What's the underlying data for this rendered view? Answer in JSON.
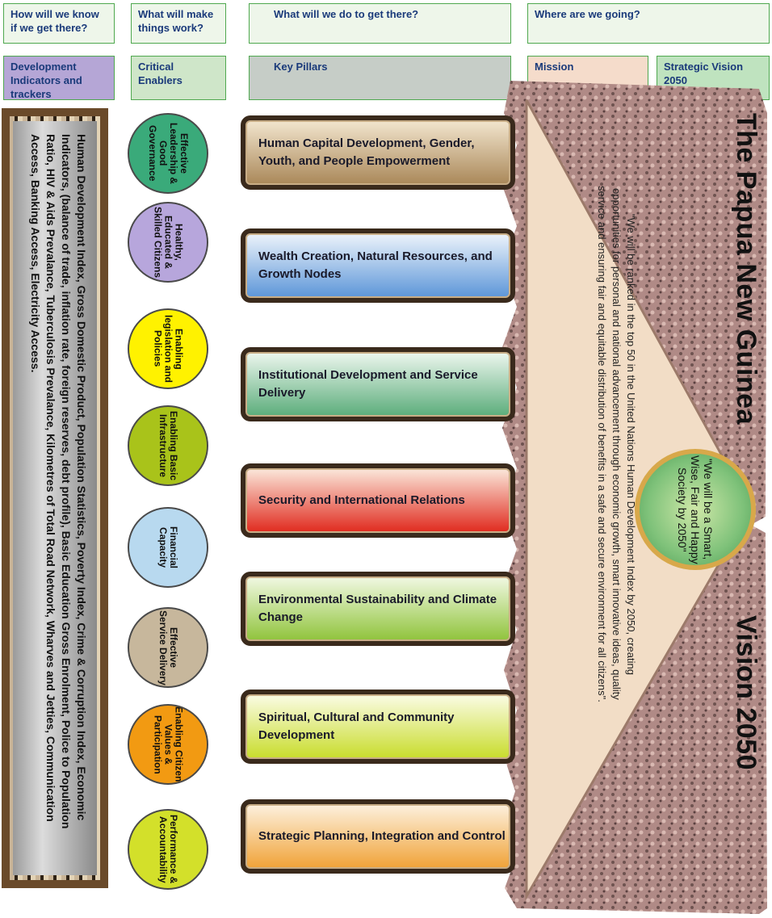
{
  "questions": {
    "q1": "How will we know if we get there?",
    "q2": "What will make things work?",
    "q3": "What will we do to get there?",
    "q4": "Where are we going?"
  },
  "headers": {
    "indicators": "Development Indicators and trackers",
    "enablers": "Critical Enablers",
    "pillars": "Key Pillars",
    "mission": "Mission",
    "vision": "Strategic Vision 2050"
  },
  "indicators_text": "Human Development Index, Gross Domestic Product, Population Statistics, Poverty Index, Crime & Corruption Index, Economic Indicators, (balance of trade, inflation rate, foreign reserves, debt profile), Basic Education Gross Enrolment, Police to Population Ratio, HIV & Aids Prevalance, Tuberculosis Prevalance, Kilometres of Total Road Network, Wharves and Jetties, Communication Access, Banking Access, Electricity Access.",
  "enablers": [
    {
      "label": "Effective Leadership & Good Governance",
      "color": "#3aaa7a"
    },
    {
      "label": "Healthy, Educated & Skilled Citizens",
      "color": "#b7a6dc"
    },
    {
      "label": "Enabling legislation and Policies",
      "color": "#fff200"
    },
    {
      "label": "Enabling Basic Infrastructure",
      "color": "#a9c31a"
    },
    {
      "label": "Financial Capacity",
      "color": "#b8d9ef"
    },
    {
      "label": "Effective Service Delivery",
      "color": "#c7b79c"
    },
    {
      "label": "Enabling Citizen Values & Participation",
      "color": "#f29a12"
    },
    {
      "label": "Performance & Accountability",
      "color": "#d3e02a"
    }
  ],
  "pillars": [
    {
      "label": "Human Capital Development, Gender, Youth, and People Empowerment",
      "color_top": "#f3e6cf",
      "color_bottom": "#a98758"
    },
    {
      "label": "Wealth Creation, Natural Resources, and Growth Nodes",
      "color_top": "#eef4fb",
      "color_bottom": "#5b95d8"
    },
    {
      "label": "Institutional Development and Service Delivery",
      "color_top": "#eef7ef",
      "color_bottom": "#5aac7a"
    },
    {
      "label": "Security and International Relations",
      "color_top": "#fbe9dc",
      "color_bottom": "#e0281c"
    },
    {
      "label": "Environmental Sustainability and Climate Change",
      "color_top": "#f2f9e4",
      "color_bottom": "#8fc33a"
    },
    {
      "label": "Spiritual, Cultural and Community Development",
      "color_top": "#fbfce6",
      "color_bottom": "#c8dc2a"
    },
    {
      "label": "Strategic Planning, Integration and Control",
      "color_top": "#fdf1df",
      "color_bottom": "#f0a236"
    }
  ],
  "mission_text": "\"We will be ranked in the top 50 in the United Nations Human Development Index by 2050, creating opportunities for personal and national advancement through economic growth, smart innovative ideas, quality service and ensuring fair and equitable distribution of benefits in a safe and secure environment for all citizens\".",
  "vision_text": "\"We will be a Smart, Wise, Fair and Happy Society by 2050\"",
  "title_left": "The Papua New Guinea",
  "title_right": "Vision 2050"
}
